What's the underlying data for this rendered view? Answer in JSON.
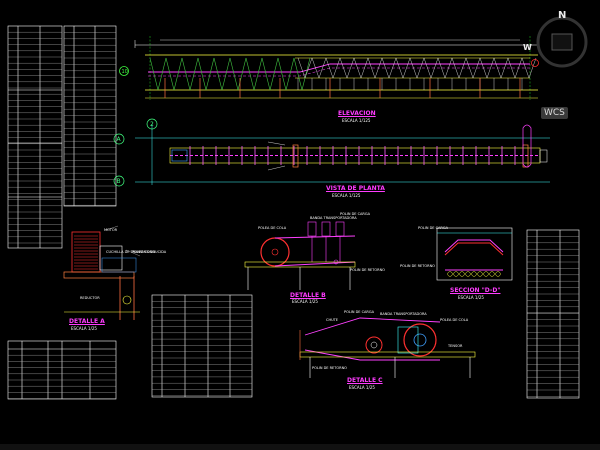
{
  "compass": {
    "north": "N",
    "west": "W"
  },
  "viewcube": {
    "label": "WCS"
  },
  "views": {
    "elevacion": {
      "title": "ELEVACION",
      "scale": "ESCALA 1/125"
    },
    "planta": {
      "title": "VISTA DE PLANTA",
      "scale": "ESCALA 1/125"
    },
    "detalle_a": {
      "title": "DETALLE A",
      "scale": "ESCALA 1/25"
    },
    "detalle_b": {
      "title": "DETALLE B",
      "scale": "ESCALA 1/25"
    },
    "detalle_c": {
      "title": "DETALLE C",
      "scale": "ESCALA 1/25"
    },
    "seccion_dd": {
      "title": "SECCION \"D-D\"",
      "scale": "ESCALA 1/25"
    }
  },
  "grid_markers": {
    "a": "A",
    "b": "B",
    "one": "1",
    "two": "2",
    "ten": "10"
  },
  "annotations": {
    "polin_carga": "POLIN DE CARGA",
    "polin_retorno": "POLIN DE RETORNO",
    "banda": "BANDA TRANSPORTADORA",
    "motor": "MOTOR",
    "reductor": "REDUCTOR",
    "cuchilla": "CUCHILLA DE TRANSMISION",
    "polea_cola": "POLEA DE COLA",
    "polea_conducida": "POLEA CONDUCIDA",
    "tensor": "TENSOR",
    "chute": "CHUTE"
  }
}
